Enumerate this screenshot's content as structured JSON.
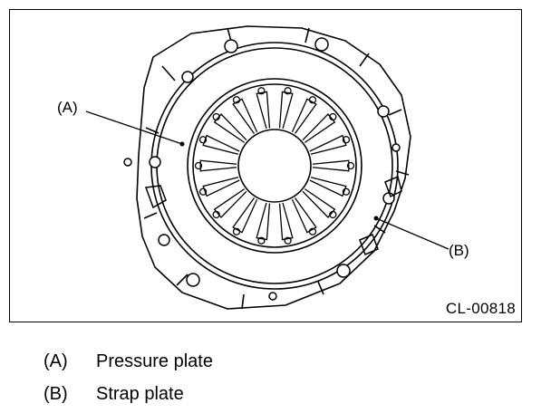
{
  "diagram": {
    "figure_id": "CL-00818",
    "callouts": [
      {
        "key": "A",
        "text": "(A)"
      },
      {
        "key": "B",
        "text": "(B)"
      }
    ],
    "legend": [
      {
        "key": "(A)",
        "label": "Pressure plate"
      },
      {
        "key": "(B)",
        "label": "Strap plate"
      }
    ],
    "colors": {
      "line": "#000000",
      "background": "#ffffff"
    }
  }
}
